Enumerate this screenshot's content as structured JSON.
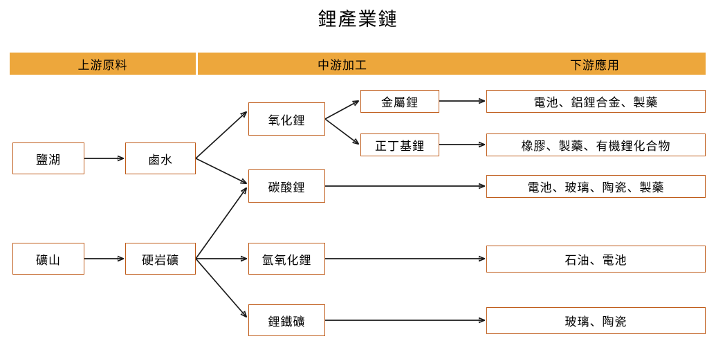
{
  "title": "鋰產業鏈",
  "colors": {
    "band_fill": "#EDA73C",
    "node_border": "#BF5B19",
    "node_fill": "#FFFFFF",
    "arrow": "#1A1A1A",
    "text": "#000000"
  },
  "bands": [
    {
      "label": "上游原料",
      "name": "band-upstream"
    },
    {
      "label": "中游加工",
      "name": "band-midstream"
    },
    {
      "label": "下游應用",
      "name": "band-downstream"
    }
  ],
  "nodes": {
    "upstream": [
      {
        "id": "salt-lake",
        "label": "鹽湖"
      },
      {
        "id": "mine",
        "label": "礦山"
      },
      {
        "id": "brine",
        "label": "鹵水"
      },
      {
        "id": "hard-rock-ore",
        "label": "硬岩礦"
      }
    ],
    "midstream": [
      {
        "id": "lithium-oxide",
        "label": "氧化鋰"
      },
      {
        "id": "lithium-carbonate",
        "label": "碳酸鋰"
      },
      {
        "id": "lithium-hydroxide",
        "label": "氫氧化鋰"
      },
      {
        "id": "lithium-iron-ore",
        "label": "鋰鐵礦"
      },
      {
        "id": "lithium-metal",
        "label": "金屬鋰"
      },
      {
        "id": "n-butyllithium",
        "label": "正丁基鋰"
      }
    ],
    "downstream": [
      {
        "id": "apps-battery-alloy-pharma",
        "label": "電池、鋁鋰合金、製藥"
      },
      {
        "id": "apps-rubber-pharma-organolithium",
        "label": "橡膠、製藥、有機鋰化合物"
      },
      {
        "id": "apps-battery-glass-ceramic-pharma",
        "label": "電池、玻璃、陶瓷、製藥"
      },
      {
        "id": "apps-petroleum-battery",
        "label": "石油、電池"
      },
      {
        "id": "apps-glass-ceramic",
        "label": "玻璃、陶瓷"
      }
    ]
  },
  "edges": [
    {
      "from": "鹽湖",
      "to": "鹵水"
    },
    {
      "from": "礦山",
      "to": "硬岩礦"
    },
    {
      "from": "鹵水",
      "to": "氧化鋰"
    },
    {
      "from": "鹵水",
      "to": "碳酸鋰"
    },
    {
      "from": "硬岩礦",
      "to": "碳酸鋰"
    },
    {
      "from": "硬岩礦",
      "to": "氫氧化鋰"
    },
    {
      "from": "硬岩礦",
      "to": "鋰鐵礦"
    },
    {
      "from": "氧化鋰",
      "to": "金屬鋰"
    },
    {
      "from": "氧化鋰",
      "to": "正丁基鋰"
    },
    {
      "from": "金屬鋰",
      "to": "電池、鋁鋰合金、製藥"
    },
    {
      "from": "正丁基鋰",
      "to": "橡膠、製藥、有機鋰化合物"
    },
    {
      "from": "碳酸鋰",
      "to": "電池、玻璃、陶瓷、製藥"
    },
    {
      "from": "氫氧化鋰",
      "to": "石油、電池"
    },
    {
      "from": "鋰鐵礦",
      "to": "玻璃、陶瓷"
    }
  ]
}
